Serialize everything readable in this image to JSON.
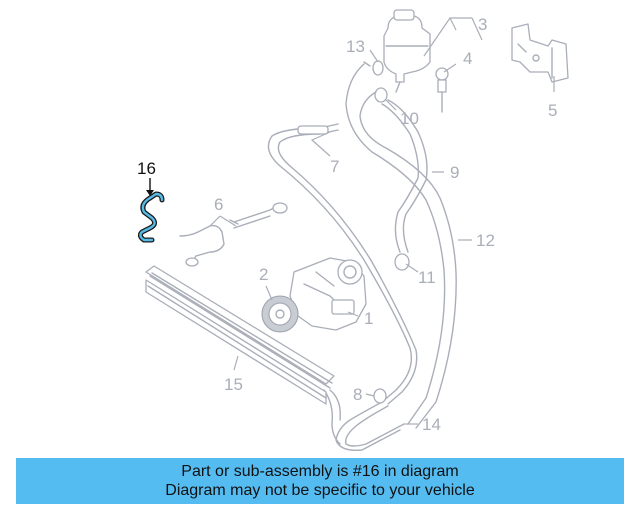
{
  "callouts": [
    {
      "id": "1",
      "label": "1"
    },
    {
      "id": "2",
      "label": "2"
    },
    {
      "id": "3",
      "label": "3"
    },
    {
      "id": "4",
      "label": "4"
    },
    {
      "id": "5",
      "label": "5"
    },
    {
      "id": "6",
      "label": "6"
    },
    {
      "id": "7",
      "label": "7"
    },
    {
      "id": "8",
      "label": "8"
    },
    {
      "id": "9",
      "label": "9"
    },
    {
      "id": "10",
      "label": "10"
    },
    {
      "id": "11",
      "label": "11"
    },
    {
      "id": "12",
      "label": "12"
    },
    {
      "id": "13",
      "label": "13"
    },
    {
      "id": "14",
      "label": "14"
    },
    {
      "id": "15",
      "label": "15"
    },
    {
      "id": "16",
      "label": "16"
    }
  ],
  "highlighted_part": "16",
  "colors": {
    "banner": "#55bcf2",
    "part_lines": "#a9aeb8",
    "highlight_fill": "#57b9e6",
    "highlight_label": "#111111"
  },
  "banner": {
    "line1": "Part or sub-assembly is #16 in diagram",
    "line2": "Diagram may not be specific to your vehicle"
  }
}
